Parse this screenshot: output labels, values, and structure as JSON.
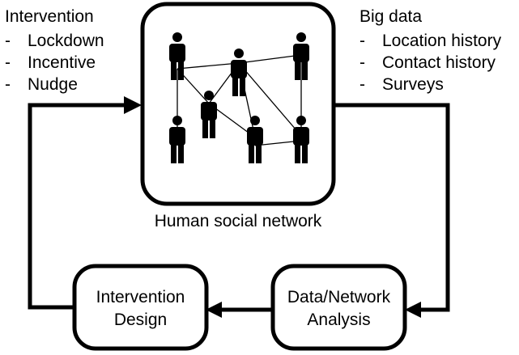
{
  "intervention": {
    "title": "Intervention",
    "items": [
      "Lockdown",
      "Incentive",
      "Nudge"
    ]
  },
  "big_data": {
    "title": "Big data",
    "items": [
      "Location history",
      "Contact history",
      "Surveys"
    ]
  },
  "network_caption": "Human social network",
  "boxes": {
    "design": [
      "Intervention",
      "Design"
    ],
    "analysis": [
      "Data/Network",
      "Analysis"
    ]
  },
  "bullet": "-",
  "colors": {
    "ink": "#000000",
    "background": "#ffffff"
  }
}
